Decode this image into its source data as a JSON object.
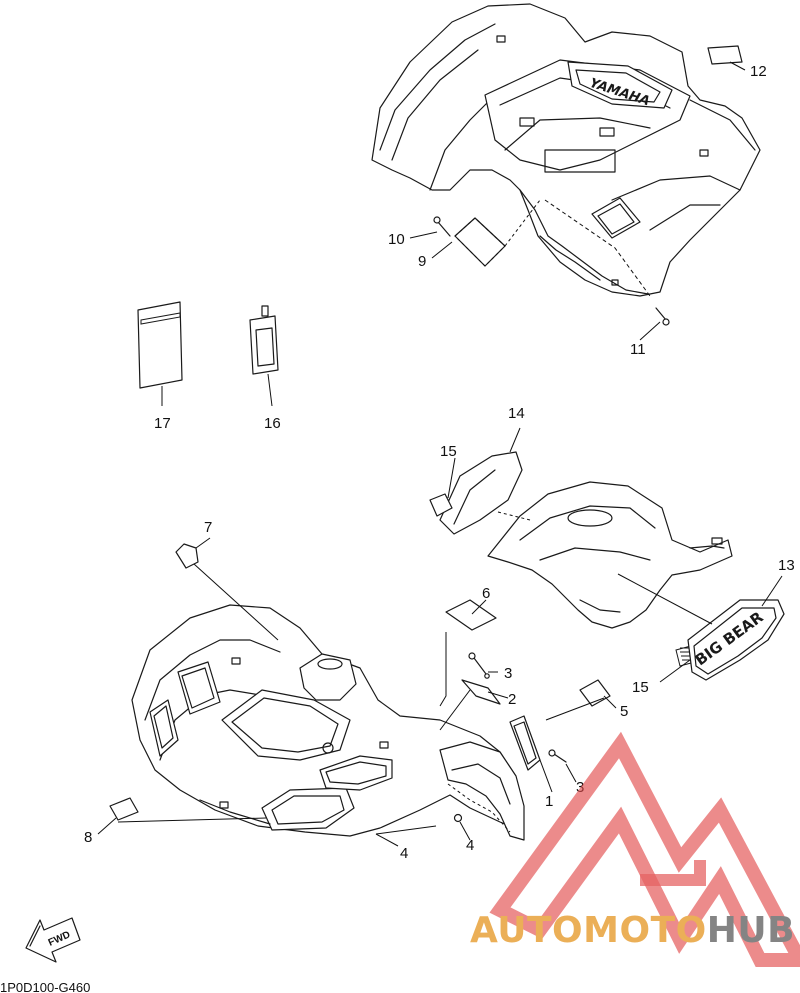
{
  "diagram": {
    "code": "1P0D100-G460",
    "direction_badge": "FWD",
    "rear_fender_logo": "YAMAHA",
    "side_cover_badge": "BIG BEAR"
  },
  "callouts": [
    {
      "id": "c1",
      "label": "1"
    },
    {
      "id": "c2",
      "label": "2"
    },
    {
      "id": "c3a",
      "label": "3"
    },
    {
      "id": "c3b",
      "label": "3"
    },
    {
      "id": "c4a",
      "label": "4"
    },
    {
      "id": "c4b",
      "label": "4"
    },
    {
      "id": "c5",
      "label": "5"
    },
    {
      "id": "c6",
      "label": "6"
    },
    {
      "id": "c7",
      "label": "7"
    },
    {
      "id": "c8",
      "label": "8"
    },
    {
      "id": "c9",
      "label": "9"
    },
    {
      "id": "c10",
      "label": "10"
    },
    {
      "id": "c11",
      "label": "11"
    },
    {
      "id": "c12",
      "label": "12"
    },
    {
      "id": "c13",
      "label": "13"
    },
    {
      "id": "c14",
      "label": "14"
    },
    {
      "id": "c15a",
      "label": "15"
    },
    {
      "id": "c15b",
      "label": "15"
    },
    {
      "id": "c16",
      "label": "16"
    },
    {
      "id": "c17",
      "label": "17"
    }
  ],
  "watermark": {
    "part1": "AUTOMOTO",
    "part2": "HUB",
    "color_primary": "#e8a23a",
    "color_secondary": "#6f6f6f",
    "logo_color": "#e24a4a"
  }
}
